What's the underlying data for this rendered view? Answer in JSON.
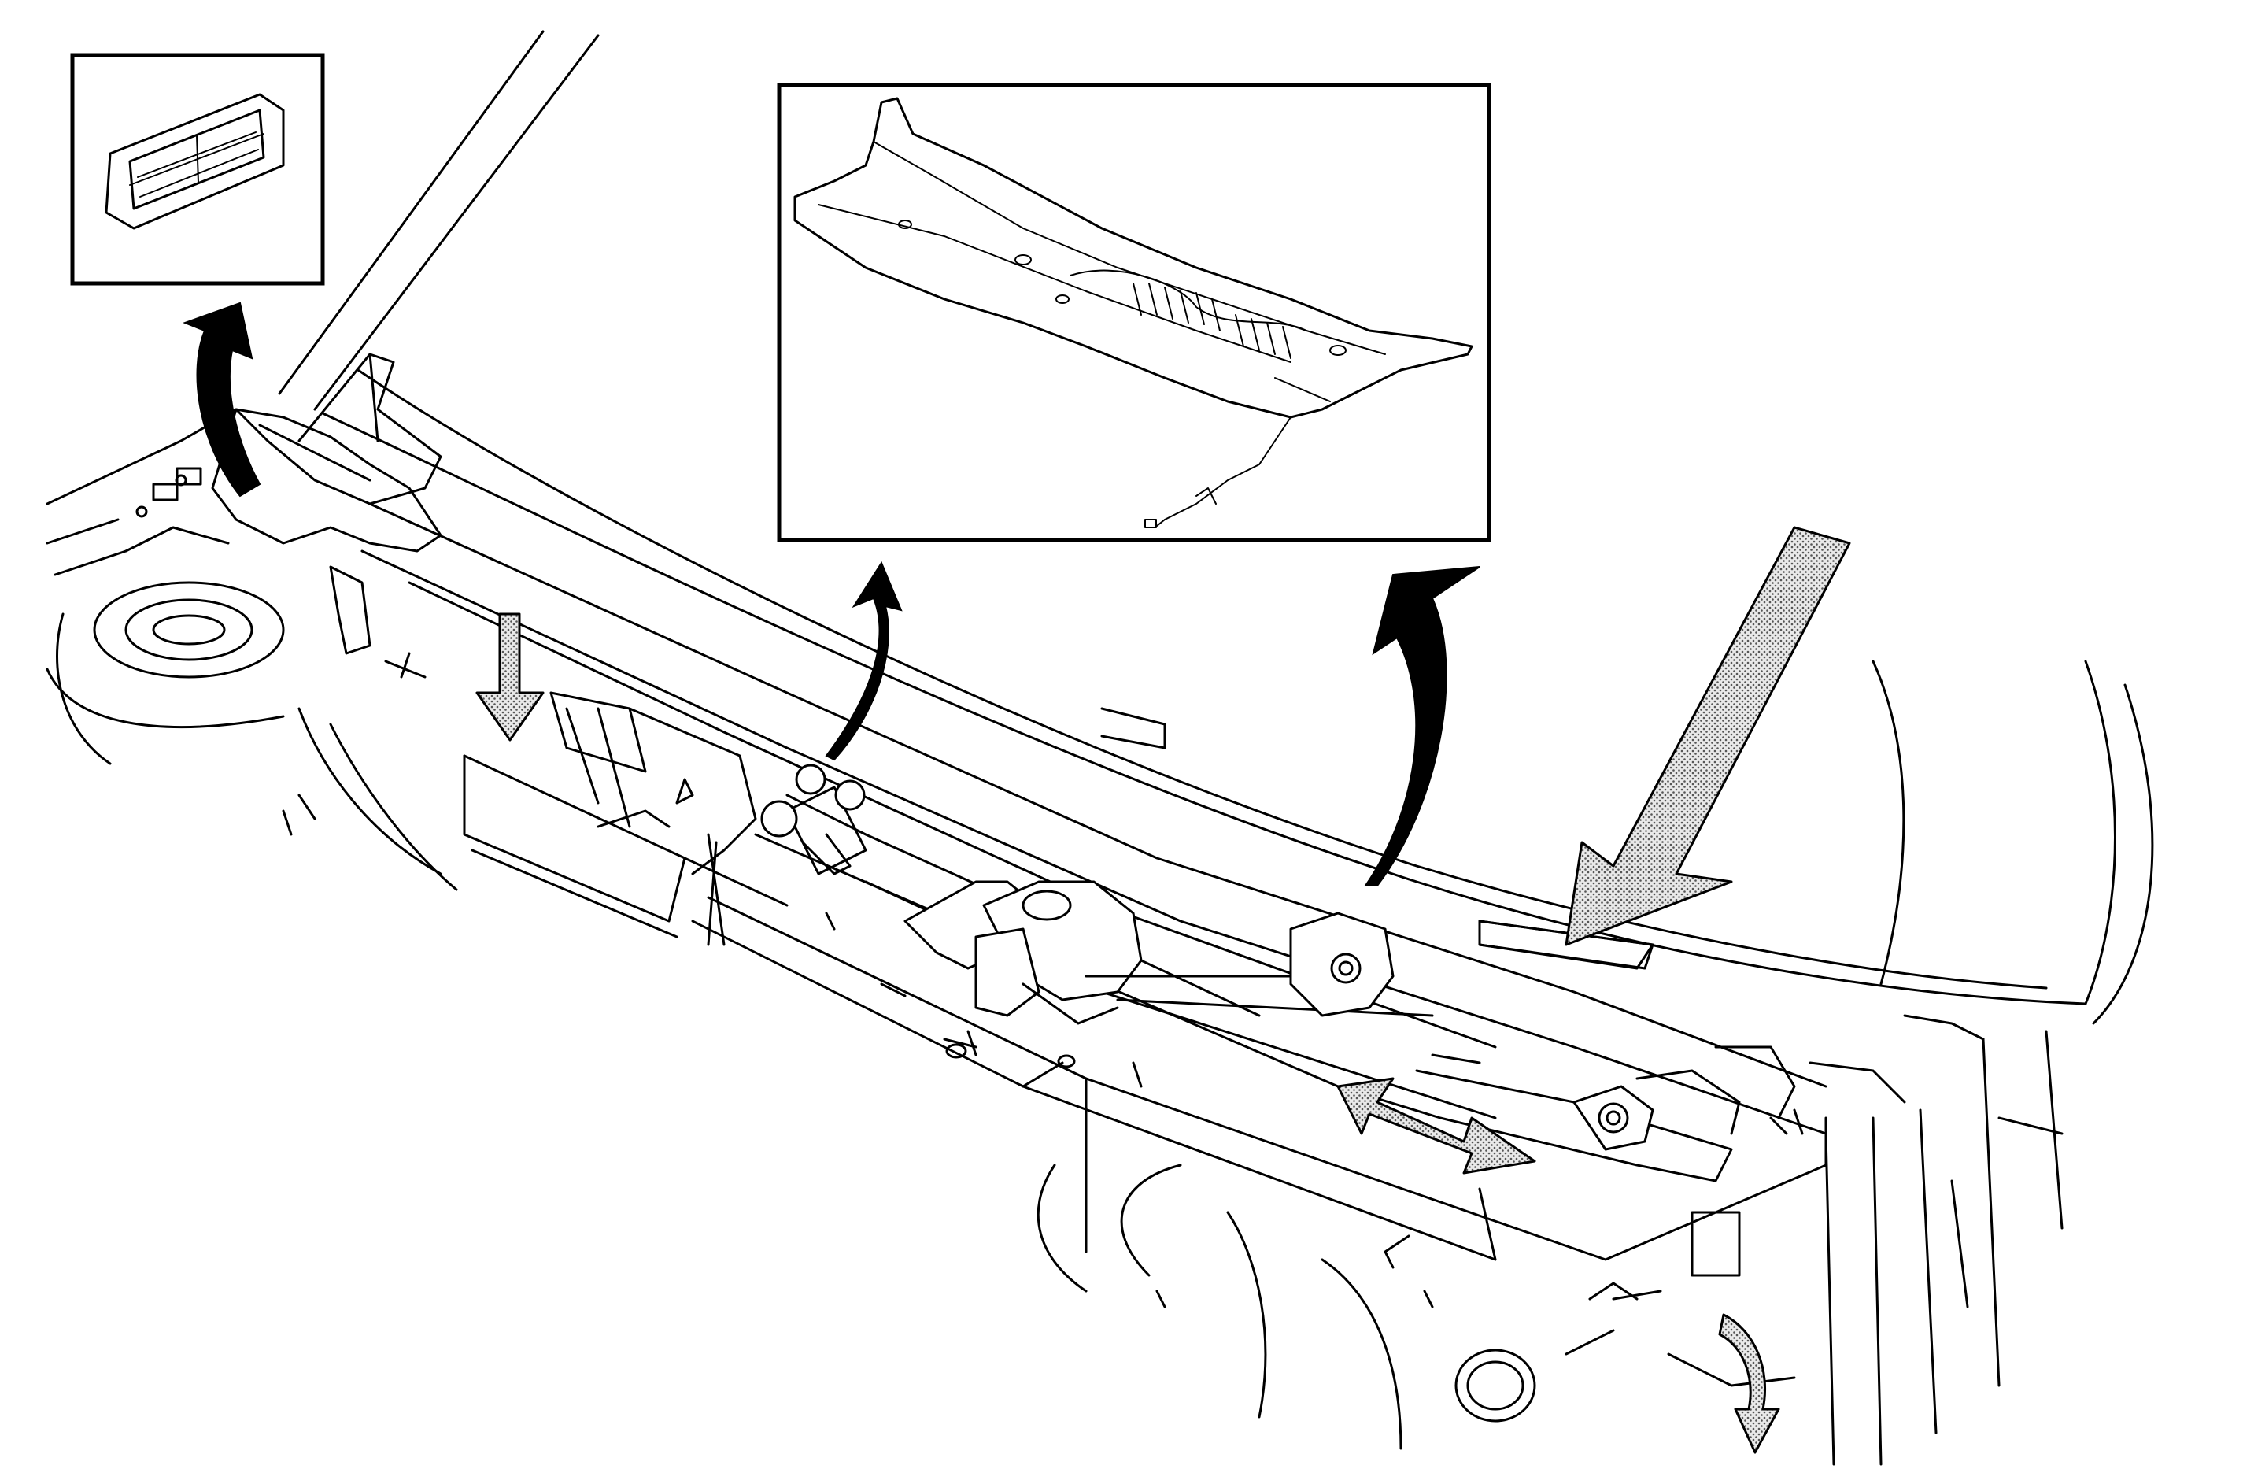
{
  "figure": {
    "kind": "service-illustration",
    "colors": {
      "line": "#000000",
      "background": "#ffffff",
      "shade": "#9a9a9a"
    },
    "insets": [
      {
        "id": "grille-clip",
        "icon": "grille-clip-icon"
      },
      {
        "id": "cowl-panel",
        "icon": "cowl-panel-icon"
      }
    ],
    "arrows": [
      {
        "id": "to-clip-inset",
        "style": "solid-curved",
        "icon": "curved-arrow-up-icon"
      },
      {
        "id": "to-cowl-inset-left",
        "style": "solid-curved",
        "icon": "curved-arrow-up-icon"
      },
      {
        "id": "to-cowl-inset-right",
        "style": "solid-curved",
        "icon": "curved-arrow-up-icon"
      },
      {
        "id": "install-down",
        "style": "shaded",
        "icon": "arrow-down-icon"
      },
      {
        "id": "install-diagonal",
        "style": "shaded",
        "icon": "arrow-diagonal-icon"
      },
      {
        "id": "linkage-motion",
        "style": "shaded-double",
        "icon": "double-arrow-icon"
      },
      {
        "id": "remove-down",
        "style": "shaded-curved",
        "icon": "curved-arrow-down-icon"
      }
    ]
  }
}
